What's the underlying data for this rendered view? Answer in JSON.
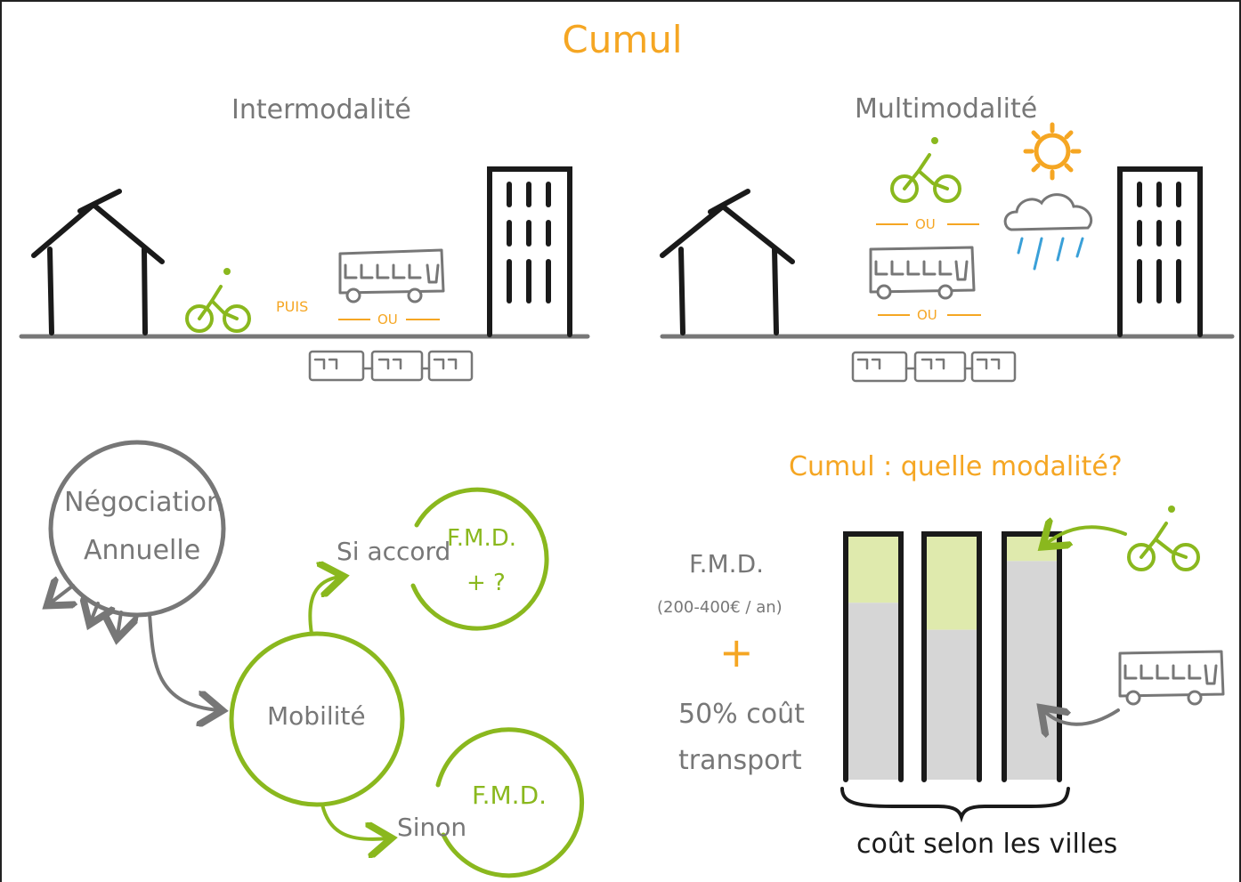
{
  "title": "Cumul",
  "colors": {
    "accent": "#f5a623",
    "green": "#8ab81e",
    "grey": "#777777",
    "black": "#1a1a1a",
    "rain": "#3aa0d8",
    "bar_green": "#dfeaad",
    "bar_grey": "#d6d6d6"
  },
  "top_left": {
    "heading": "Intermodalité",
    "puis": "PUIS",
    "ou": "OU",
    "icons": [
      "house-icon",
      "bike-icon",
      "bus-icon",
      "tram-icon",
      "building-icon"
    ]
  },
  "top_right": {
    "heading": "Multimodalité",
    "ou_1": "OU",
    "ou_2": "OU",
    "icons": [
      "house-icon",
      "bike-icon",
      "sun-icon",
      "rain-cloud-icon",
      "bus-icon",
      "tram-icon",
      "building-icon"
    ]
  },
  "bottom_left": {
    "negociation_1": "Négociation",
    "negociation_2": "Annuelle",
    "mobilite": "Mobilité",
    "si_accord": "Si accord",
    "fmd_plus_1": "F.M.D.",
    "fmd_plus_2": "+ ?",
    "sinon": "Sinon",
    "fmd": "F.M.D."
  },
  "bottom_right": {
    "heading": "Cumul : quelle modalité?",
    "fmd": "F.M.D.",
    "fmd_range": "(200-400€ / an)",
    "plus": "+",
    "cost_1": "50% coût",
    "cost_2": "transport",
    "caption": "coût selon les villes",
    "bars": [
      {
        "green_share": 0.28,
        "grey_share": 0.72
      },
      {
        "green_share": 0.39,
        "grey_share": 0.61
      },
      {
        "green_share": 0.11,
        "grey_share": 0.89
      }
    ]
  }
}
